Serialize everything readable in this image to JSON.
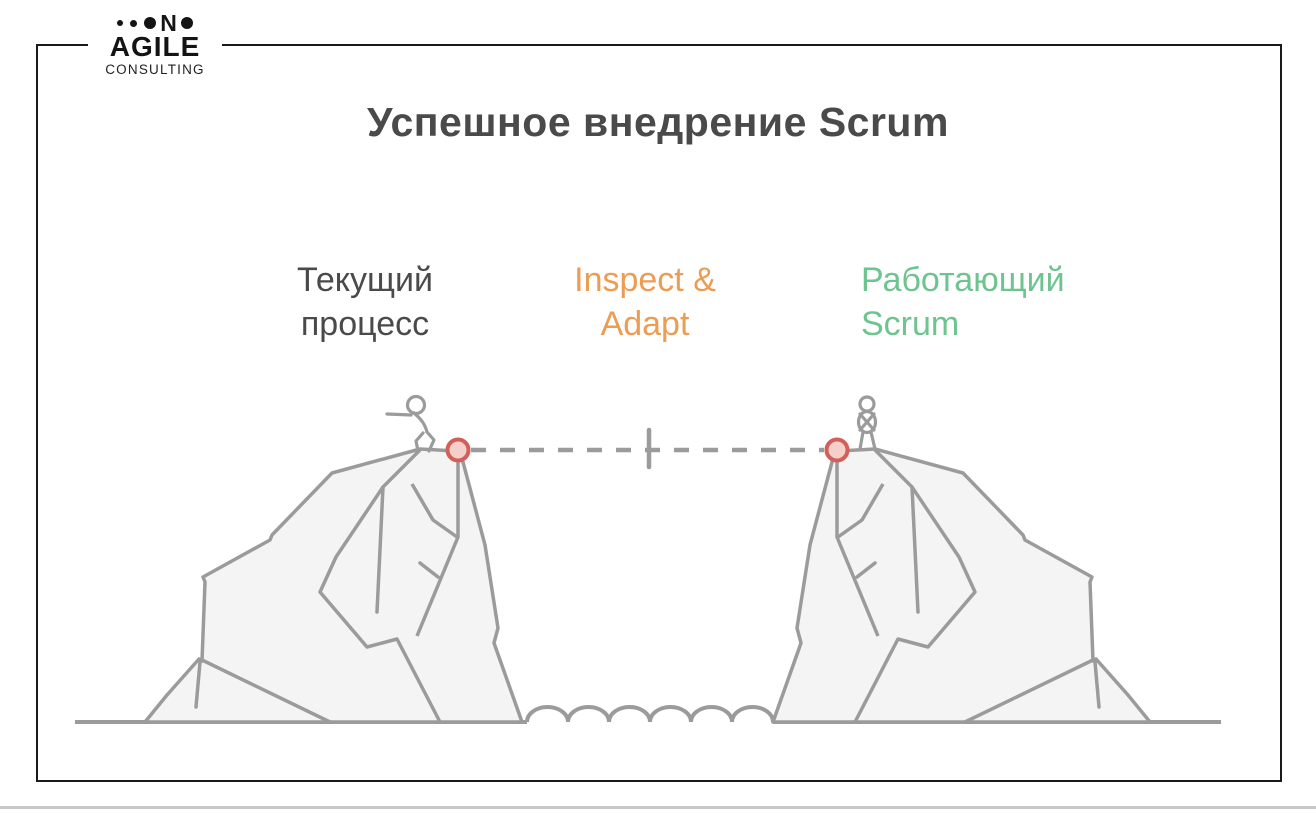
{
  "logo": {
    "letter_n": "N",
    "name": "AGILE",
    "tagline": "CONSULTING"
  },
  "header": {
    "title": "Успешное внедрение Scrum"
  },
  "labels": {
    "current_process": "Текущий\nпроцесс",
    "inspect_adapt": "Inspect &\nAdapt",
    "working_scrum": "Работающий\nScrum"
  },
  "illustration": {
    "left_peak": "Текущий процесс",
    "right_peak": "Работающий Scrum",
    "connection": "rope with midpoint marker between two anchor points"
  },
  "colors": {
    "text_dark": "#4a4a4a",
    "accent_orange": "#ec9c53",
    "accent_green": "#6ec48e",
    "anchor_red_stroke": "#d2605a",
    "anchor_red_fill": "#f5cfca",
    "line_gray": "#9b9b9b",
    "mountain_fill": "#f4f4f4",
    "border_black": "#1a1a1a",
    "divider_gray": "#c9c9c9"
  }
}
